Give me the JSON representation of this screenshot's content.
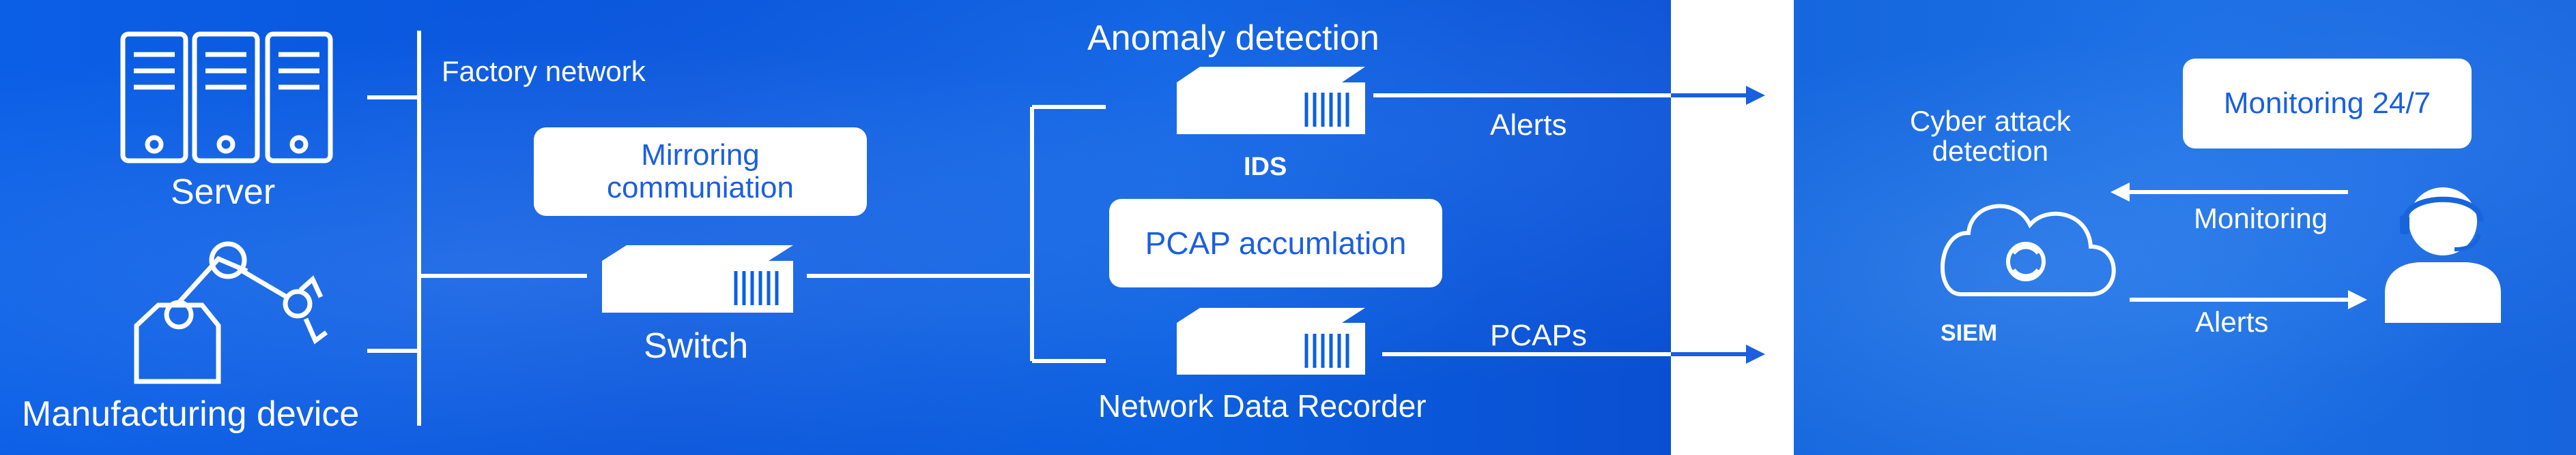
{
  "left": {
    "server_label": "Server",
    "device_label": "Manufacturing device",
    "factory_label": "Factory network",
    "mirroring_line1": "Mirroring",
    "mirroring_line2": "communiation",
    "switch_label": "Switch",
    "anomaly_label": "Anomaly detection",
    "ids_label": "IDS",
    "alerts_label": "Alerts",
    "pcap_box": "PCAP accumlation",
    "pcaps_label": "PCAPs",
    "ndr_label": "Network Data Recorder"
  },
  "right": {
    "cyber_line1": "Cyber attack",
    "cyber_line2": "detection",
    "monitoring_box": "Monitoring 24/7",
    "monitoring_label": "Monitoring",
    "alerts_label": "Alerts",
    "siem_label": "SIEM"
  },
  "icons": [
    "server-icon",
    "robot-arm-icon",
    "switch-icon",
    "ids-icon",
    "ndr-icon",
    "cloud-siem-icon",
    "operator-icon"
  ],
  "colors": {
    "panel": "#0b5fe6",
    "box_text": "#1a5fe0",
    "arrow": "#1a5fe0"
  }
}
